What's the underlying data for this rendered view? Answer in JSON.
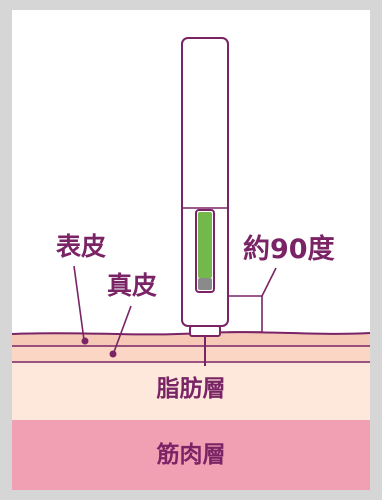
{
  "labels": {
    "epidermis": "表皮",
    "dermis": "真皮",
    "angle": "約90度",
    "fat_layer": "脂肪層",
    "muscle_layer": "筋肉層"
  },
  "colors": {
    "outline": "#7a2466",
    "epidermis": "#f6c9b6",
    "dermis": "#fbd6c4",
    "fat": "#fde8db",
    "muscle": "#f0a0b2",
    "window": "#72b84a",
    "frame": "#d6d6d6"
  }
}
